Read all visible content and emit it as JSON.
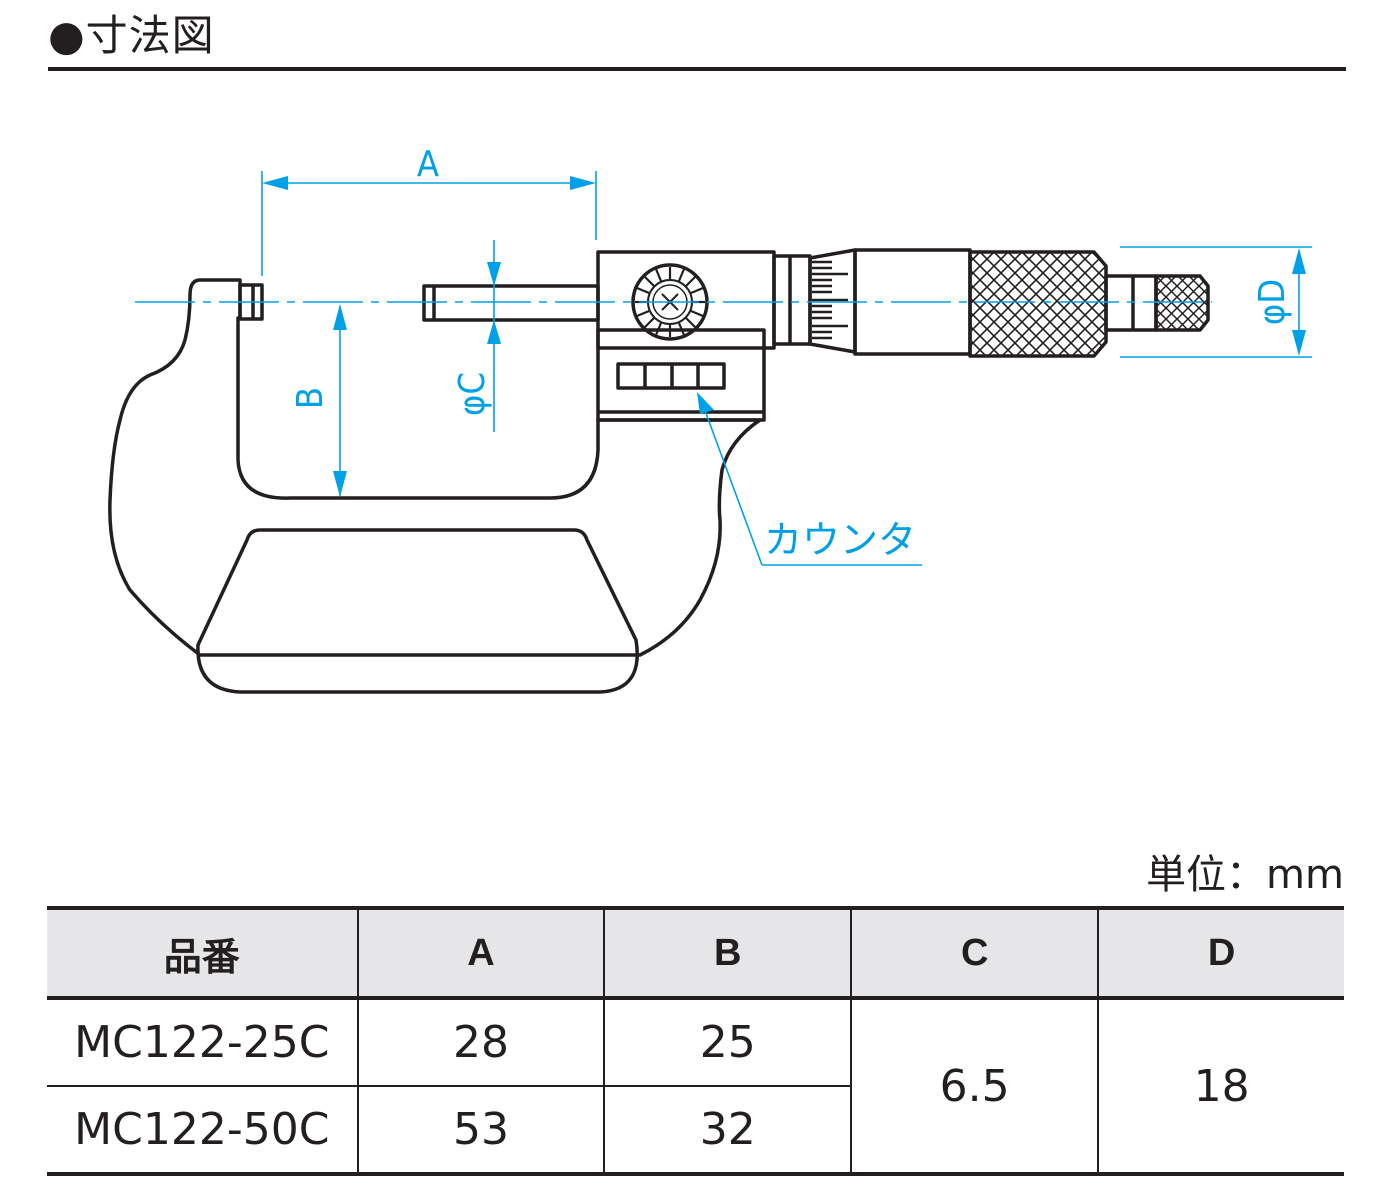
{
  "header": {
    "bullet": "●",
    "title": "寸法図"
  },
  "diagram": {
    "labels": {
      "A": "A",
      "B": "B",
      "phiC": "φC",
      "phiD": "φD",
      "counter": "カウンタ"
    },
    "colors": {
      "dimension": "#00a0e9",
      "outline": "#231f20"
    }
  },
  "unit_label": "単位：mm",
  "table": {
    "headers": [
      "品番",
      "A",
      "B",
      "C",
      "D"
    ],
    "rows": [
      {
        "part_no": "MC122-25C",
        "A": "28",
        "B": "25"
      },
      {
        "part_no": "MC122-50C",
        "A": "53",
        "B": "32"
      }
    ],
    "shared": {
      "C": "6.5",
      "D": "18"
    },
    "header_bg": "#e6e6e8"
  }
}
